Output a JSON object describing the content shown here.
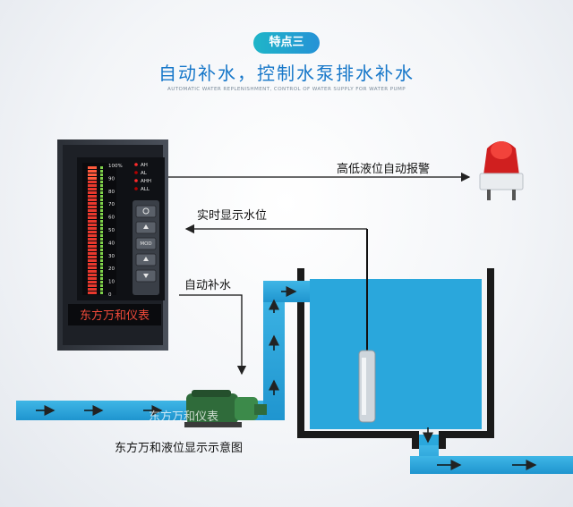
{
  "header": {
    "badge": "特点三",
    "title": "自动补水，控制水泵排水补水",
    "subtitle": "AUTOMATIC WATER REPLENISHMENT, CONTROL OF WATER SUPPLY FOR WATER PUMP"
  },
  "labels": {
    "alarm": "高低液位自动报警",
    "realtime": "实时显示水位",
    "refill": "自动补水",
    "caption": "东方万和液位显示示意图"
  },
  "meter": {
    "scale": [
      "100%",
      "90",
      "80",
      "70",
      "60",
      "50",
      "40",
      "30",
      "20",
      "10",
      "0"
    ],
    "indicators": [
      "AH",
      "AL",
      "AHH",
      "ALL"
    ],
    "mod_label": "MOD",
    "brand": "东方万和仪表"
  },
  "watermark": "东方万和仪表",
  "colors": {
    "accent": "#1677c9",
    "water": "#2aa7dc",
    "bar": "#e8382d"
  }
}
